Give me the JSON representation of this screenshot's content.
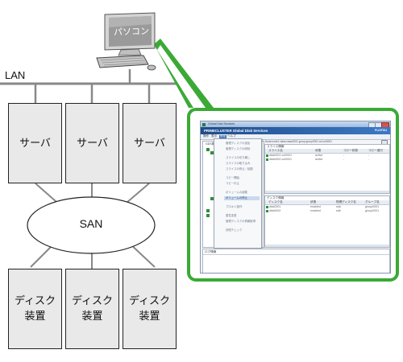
{
  "diagram": {
    "pc_label": "パソコン",
    "lan_label": "LAN",
    "san_label": "SAN",
    "servers": [
      {
        "label": "サーバ"
      },
      {
        "label": "サーバ"
      },
      {
        "label": "サーバ"
      }
    ],
    "disks": [
      {
        "label": "ディスク\n装置"
      },
      {
        "label": "ディスク\n装置"
      },
      {
        "label": "ディスク\n装置"
      }
    ],
    "callout_color": "#3aaa35"
  },
  "app_window": {
    "title": "Global Disk Services",
    "banner": "PRIMECLUSTER Global Disk Services",
    "brand": "FUJITSU",
    "menu": [
      "操作",
      "表示",
      "設定",
      "ヘルプ"
    ],
    "tree_header": "GDS構成ツリー",
    "path_text": "Node:node1 class:class0001 group:group0001 vol:vol0001",
    "context_menu": [
      "管理ディスクの追加",
      "管理ディスクの削除",
      "スライスの切り離し",
      "スライスの取り込み",
      "スライスの停止／起動",
      "コピー開始",
      "コピー中止",
      "ボリュームの起動",
      "ボリュームの停止",
      "プロキシ操作",
      "属性変更",
      "管理ディスクの情報取得",
      "状態チェック"
    ],
    "top_table": {
      "caption": "スライス情報",
      "headers": [
        "スライス名",
        "状態",
        "コピー状態",
        "コピー進行"
      ],
      "rows": [
        [
          "disk0001.vol0001",
          "active",
          "-",
          "-"
        ],
        [
          "disk0002.vol0001",
          "active",
          "-",
          "-"
        ]
      ]
    },
    "bottom_table": {
      "caption": "ディスク情報",
      "headers": [
        "ディスク名",
        "状態",
        "物理ディスク名",
        "グループ名"
      ],
      "rows": [
        [
          "disk0001",
          "enabled",
          "sda",
          "group0001"
        ],
        [
          "disk0002",
          "enabled",
          "sdb",
          "group0001"
        ]
      ]
    },
    "log_caption": "ログ情報"
  }
}
